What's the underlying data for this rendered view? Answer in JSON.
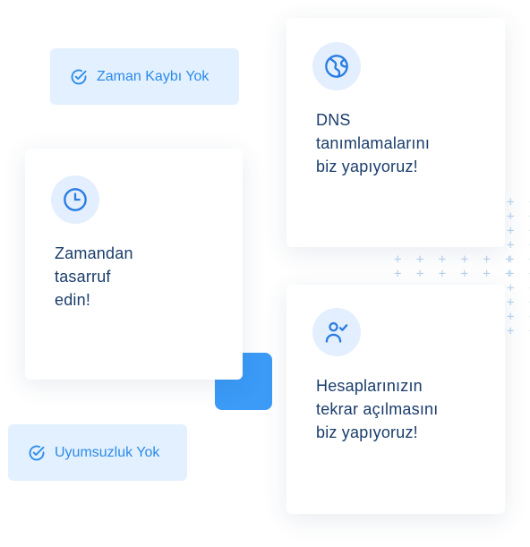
{
  "pills": {
    "top": {
      "label": "Zaman Kaybı Yok",
      "icon": "check-circle-icon"
    },
    "bottom": {
      "label": "Uyumsuzluk Yok",
      "icon": "check-circle-icon"
    }
  },
  "cards": {
    "time": {
      "icon": "clock-icon",
      "lines": [
        "Zamandan",
        "tasarruf",
        "edin!"
      ]
    },
    "dns": {
      "icon": "globe-icon",
      "lines": [
        "DNS",
        "tanımlamalarını",
        "biz yapıyoruz!"
      ]
    },
    "accounts": {
      "icon": "user-check-icon",
      "lines": [
        "Hesaplarınızın",
        "tekrar açılmasını",
        "biz yapıyoruz!"
      ]
    }
  },
  "colors": {
    "accent": "#3b9bf7",
    "text_dark": "#1a3d6b",
    "pill_bg": "#e3f0ff",
    "pill_text": "#2b8be8",
    "icon_bg": "#e3efff",
    "dots": "#b9d3ef"
  }
}
